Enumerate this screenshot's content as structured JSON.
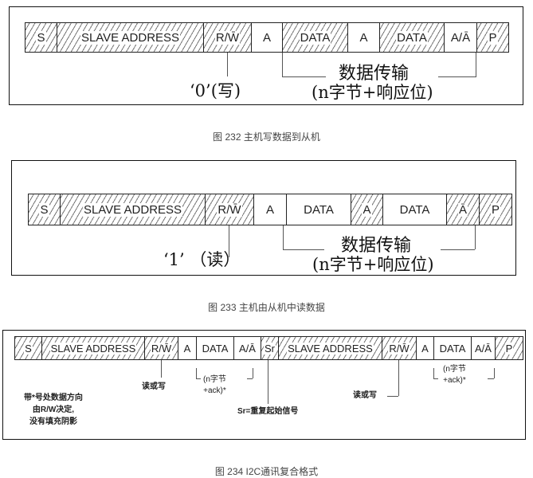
{
  "fig1": {
    "cells": [
      [
        "S",
        1
      ],
      [
        "SLAVE ADDRESS",
        1
      ],
      [
        "R/W̄",
        1
      ],
      [
        "A",
        0
      ],
      [
        "DATA",
        1
      ],
      [
        "A",
        0
      ],
      [
        "DATA",
        1
      ],
      [
        "A/Ā",
        0
      ],
      [
        "P",
        1
      ]
    ],
    "bit_label": "‘0’(写)",
    "transfer": "数据传输",
    "transfer_sub": "(n字节+响应位)",
    "caption": "图 232 主机写数据到从机"
  },
  "fig2": {
    "cells": [
      [
        "S",
        1
      ],
      [
        "SLAVE ADDRESS",
        1
      ],
      [
        "R/W̄",
        1
      ],
      [
        "A",
        0
      ],
      [
        "DATA",
        0
      ],
      [
        "A",
        1
      ],
      [
        "DATA",
        0
      ],
      [
        "Ā",
        1
      ],
      [
        "P",
        1
      ]
    ],
    "bit_label": "‘1’ （读）",
    "transfer": "数据传输",
    "transfer_sub": "(n字节+响应位)",
    "caption": "图 233 主机由从机中读数据"
  },
  "fig3": {
    "cells": [
      [
        "S",
        1
      ],
      [
        "SLAVE ADDRESS",
        1
      ],
      [
        "R/W̄",
        1
      ],
      [
        "A",
        0
      ],
      [
        "DATA",
        0
      ],
      [
        "A/Ā",
        0
      ],
      [
        "Sr",
        1
      ],
      [
        "SLAVE ADDRESS",
        1
      ],
      [
        "R/W̄",
        1
      ],
      [
        "A",
        0
      ],
      [
        "DATA",
        0
      ],
      [
        "A/Ā",
        0
      ],
      [
        "P",
        1
      ]
    ],
    "rw1": "读或写",
    "rw2": "读或写",
    "bytes1": "(n字节\n+ack)*",
    "bytes2": "(n字节\n+ack)*",
    "sr_note": "Sr=重复起始信号",
    "note": "带*号处数据方向\n由R/W决定,\n没有填充阴影",
    "caption": "图 234 I2C通讯复合格式"
  }
}
